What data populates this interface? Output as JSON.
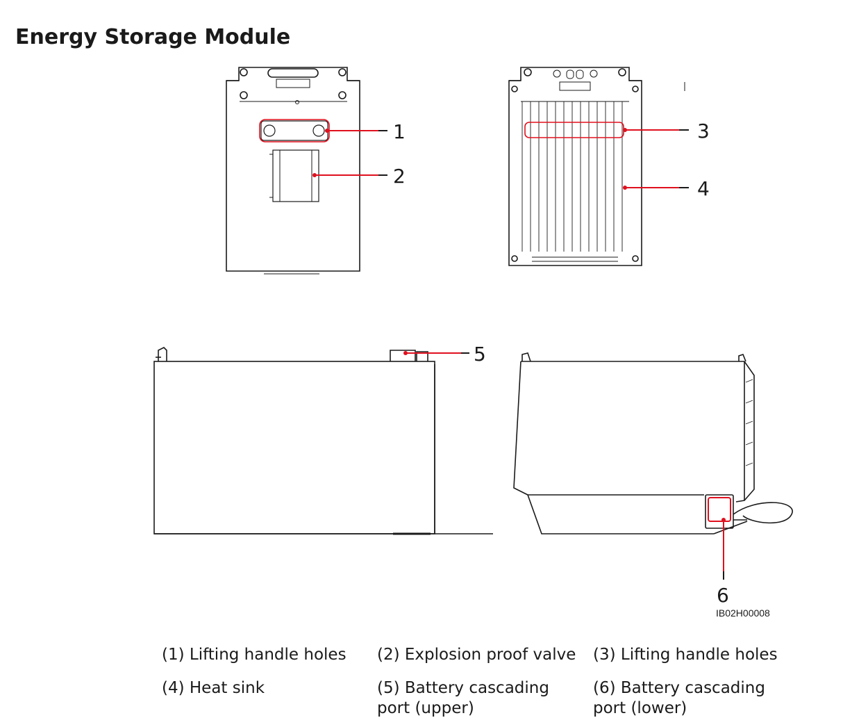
{
  "title": "Energy Storage Module",
  "callouts": {
    "c1": "1",
    "c2": "2",
    "c3": "3",
    "c4": "4",
    "c5": "5",
    "c6": "6"
  },
  "figure_id": "IB02H00008",
  "legend": [
    {
      "text": "(1) Lifting handle holes"
    },
    {
      "text": "(2) Explosion proof valve"
    },
    {
      "text": "(3) Lifting handle holes"
    },
    {
      "text": "(4) Heat sink"
    },
    {
      "text": "(5) Battery cascading port (upper)"
    },
    {
      "text": "(6) Battery cascading port (lower)"
    }
  ],
  "colors": {
    "outline": "#1a1a1a",
    "highlight": "#e0101e"
  }
}
